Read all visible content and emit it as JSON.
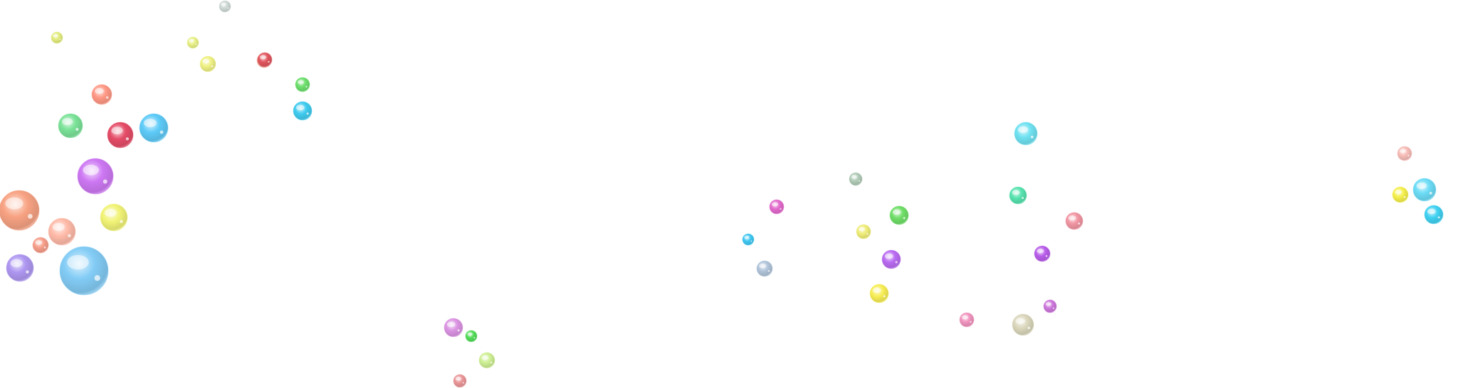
{
  "scene": {
    "background": "#ffffff",
    "bubbles": [
      {
        "name": "bubble-gray-white",
        "color": "#c9d4d0"
      },
      {
        "name": "bubble-pale-yellow",
        "color": "#e6ef7a"
      },
      {
        "name": "bubble-coral-small",
        "color": "#f0907a"
      },
      {
        "name": "bubble-pale-yellow-2",
        "color": "#eef07a"
      },
      {
        "name": "bubble-red-purple",
        "color": "#e0505a"
      },
      {
        "name": "bubble-green",
        "color": "#5fdc5f"
      },
      {
        "name": "bubble-cyan",
        "color": "#2fc7ee"
      },
      {
        "name": "bubble-salmon",
        "color": "#ff8f7a"
      },
      {
        "name": "bubble-mint",
        "color": "#6fe08f"
      },
      {
        "name": "bubble-crimson",
        "color": "#e23c5a"
      },
      {
        "name": "bubble-sky-blue",
        "color": "#4fc6f7"
      },
      {
        "name": "bubble-violet-large",
        "color": "#c96cf2"
      },
      {
        "name": "bubble-peach-large",
        "color": "#f79a78"
      },
      {
        "name": "bubble-yellow",
        "color": "#f0f26a"
      },
      {
        "name": "bubble-peach",
        "color": "#ffb4a0"
      },
      {
        "name": "bubble-coral",
        "color": "#f5957f"
      },
      {
        "name": "bubble-lavender",
        "color": "#a78ef0"
      },
      {
        "name": "bubble-light-blue-xl",
        "color": "#78c8f5"
      },
      {
        "name": "bubble-lime",
        "color": "#dfea70"
      },
      {
        "name": "bubble-orchid",
        "color": "#d88ae0"
      },
      {
        "name": "bubble-green-2",
        "color": "#44d84a"
      },
      {
        "name": "bubble-lime-pale",
        "color": "#c9ee8a"
      },
      {
        "name": "bubble-rose-small",
        "color": "#e88c8e"
      },
      {
        "name": "bubble-magenta",
        "color": "#e05cc8"
      },
      {
        "name": "bubble-cyan-2",
        "color": "#2ec2f0"
      },
      {
        "name": "bubble-blue-gray",
        "color": "#a9bfd6"
      },
      {
        "name": "bubble-gray-green",
        "color": "#a9c6b0"
      },
      {
        "name": "bubble-yellow-2",
        "color": "#edeb6c"
      },
      {
        "name": "bubble-green-3",
        "color": "#62db5a"
      },
      {
        "name": "bubble-violet",
        "color": "#b35ef0"
      },
      {
        "name": "bubble-yellow-3",
        "color": "#f7ec46"
      },
      {
        "name": "bubble-aqua",
        "color": "#63dff0"
      },
      {
        "name": "bubble-seafoam",
        "color": "#48e0a8"
      },
      {
        "name": "bubble-pink",
        "color": "#f08c9a"
      },
      {
        "name": "bubble-purple",
        "color": "#b24ee8"
      },
      {
        "name": "bubble-pink-2",
        "color": "#ef8ab8"
      },
      {
        "name": "bubble-beige",
        "color": "#d7d3b6"
      },
      {
        "name": "bubble-orchid-2",
        "color": "#c86ad8"
      },
      {
        "name": "bubble-rose-pale",
        "color": "#f6b6b0"
      },
      {
        "name": "bubble-aqua-2",
        "color": "#5fd9f5"
      },
      {
        "name": "bubble-yellow-4",
        "color": "#f4ee3c"
      },
      {
        "name": "bubble-cyan-3",
        "color": "#2fcdf0"
      }
    ]
  }
}
